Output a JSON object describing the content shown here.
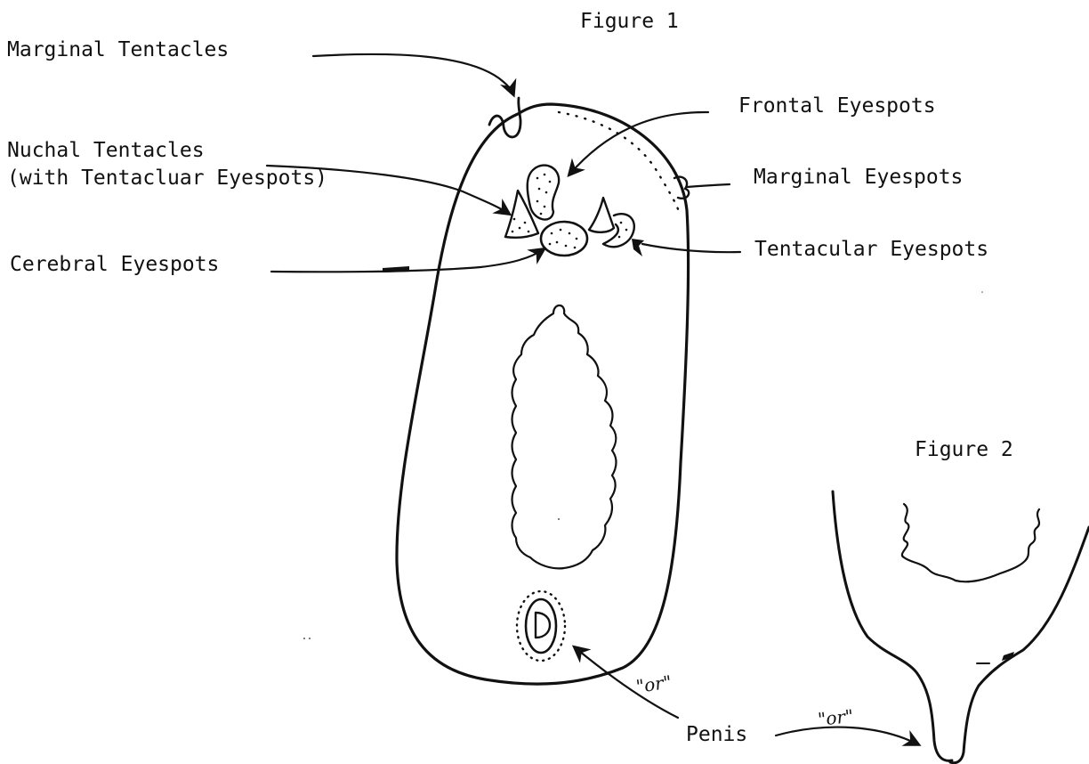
{
  "figure1": {
    "caption": "Figure 1",
    "labels": {
      "marginal_tentacles": "Marginal Tentacles",
      "frontal_eyespots": "Frontal Eyespots",
      "nuchal_tentacles": "Nuchal Tentacles",
      "nuchal_tentacles_sub": "(with Tentacluar Eyespots)",
      "marginal_eyespots": "Marginal Eyespots",
      "cerebral_eyespots": "Cerebral Eyespots",
      "tentacular_eyespots": "Tentacular Eyespots",
      "penis": "Penis"
    },
    "or_note": "\"or\""
  },
  "figure2": {
    "caption": "Figure 2",
    "or_note": "\"or\""
  }
}
